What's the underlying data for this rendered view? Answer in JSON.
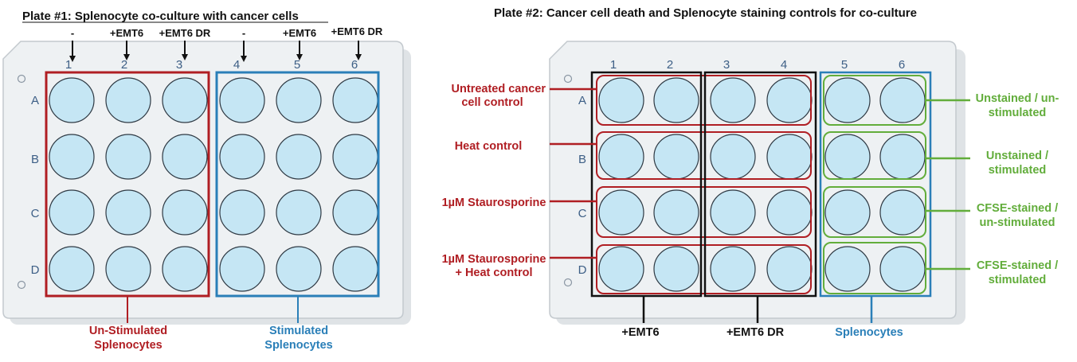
{
  "plate1": {
    "title": "Plate #1: Splenocyte co-culture with cancer cells",
    "column_numbers": [
      "1",
      "2",
      "3",
      "4",
      "5",
      "6"
    ],
    "row_letters": [
      "A",
      "B",
      "C",
      "D"
    ],
    "column_conditions": [
      "-",
      "+EMT6",
      "+EMT6 DR",
      "-",
      "+EMT6",
      "+EMT6 DR"
    ],
    "group_unstimulated": [
      "Un-Stimulated",
      "Splenocytes"
    ],
    "group_stimulated": [
      "Stimulated",
      "Splenocytes"
    ]
  },
  "plate2": {
    "title": "Plate #2: Cancer cell death and Splenocyte staining controls for co-culture",
    "column_numbers": [
      "1",
      "2",
      "3",
      "4",
      "5",
      "6"
    ],
    "row_letters": [
      "A",
      "B",
      "C",
      "D"
    ],
    "row_controls": [
      [
        "Untreated cancer",
        "cell control"
      ],
      [
        "Heat control"
      ],
      [
        "1µM Staurosporine"
      ],
      [
        "1µM Staurosporine",
        "+ Heat control"
      ]
    ],
    "splenocyte_controls": [
      [
        "Unstained / un-",
        "stimulated"
      ],
      [
        "Unstained /",
        "stimulated"
      ],
      [
        "CFSE-stained /",
        "un-stimulated"
      ],
      [
        "CFSE-stained /",
        "stimulated"
      ]
    ],
    "bottom_labels": {
      "emt6": "+EMT6",
      "emt6_dr": "+EMT6 DR",
      "splenocytes": "Splenocytes"
    }
  },
  "colors": {
    "well_fill": "#c5e6f4",
    "plate_fill": "#eef1f3",
    "red": "#b01e23",
    "blue": "#2a7fb8",
    "green": "#62ad3b",
    "black": "#111111"
  }
}
